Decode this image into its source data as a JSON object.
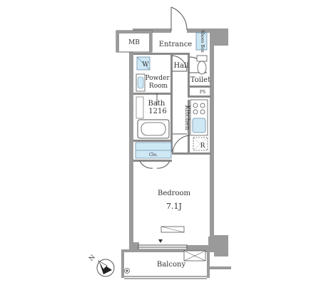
{
  "rooms": {
    "mb": "MB",
    "entrance": "Entrance",
    "shoes_box": "Shoes Box",
    "hall": "Hall",
    "washer": "W",
    "powder_room": [
      "Powder",
      "Room"
    ],
    "toilet": "Toilet",
    "ps": "PS",
    "bath": [
      "Bath",
      "1216"
    ],
    "kitchen": "Kitchen",
    "refrigerator": "R",
    "closet": "Clo.",
    "bedroom": "Bedroom",
    "bedroom_size": "7.1J",
    "balcony": "Balcony"
  },
  "compass": {
    "north_label": "N"
  },
  "colors": {
    "wall": "#9a9a9a",
    "wall_dark": "#8a8a8a",
    "fixture_blue": "#cfe8f6",
    "fixture_line": "#6f8fa8",
    "line": "#555555"
  }
}
